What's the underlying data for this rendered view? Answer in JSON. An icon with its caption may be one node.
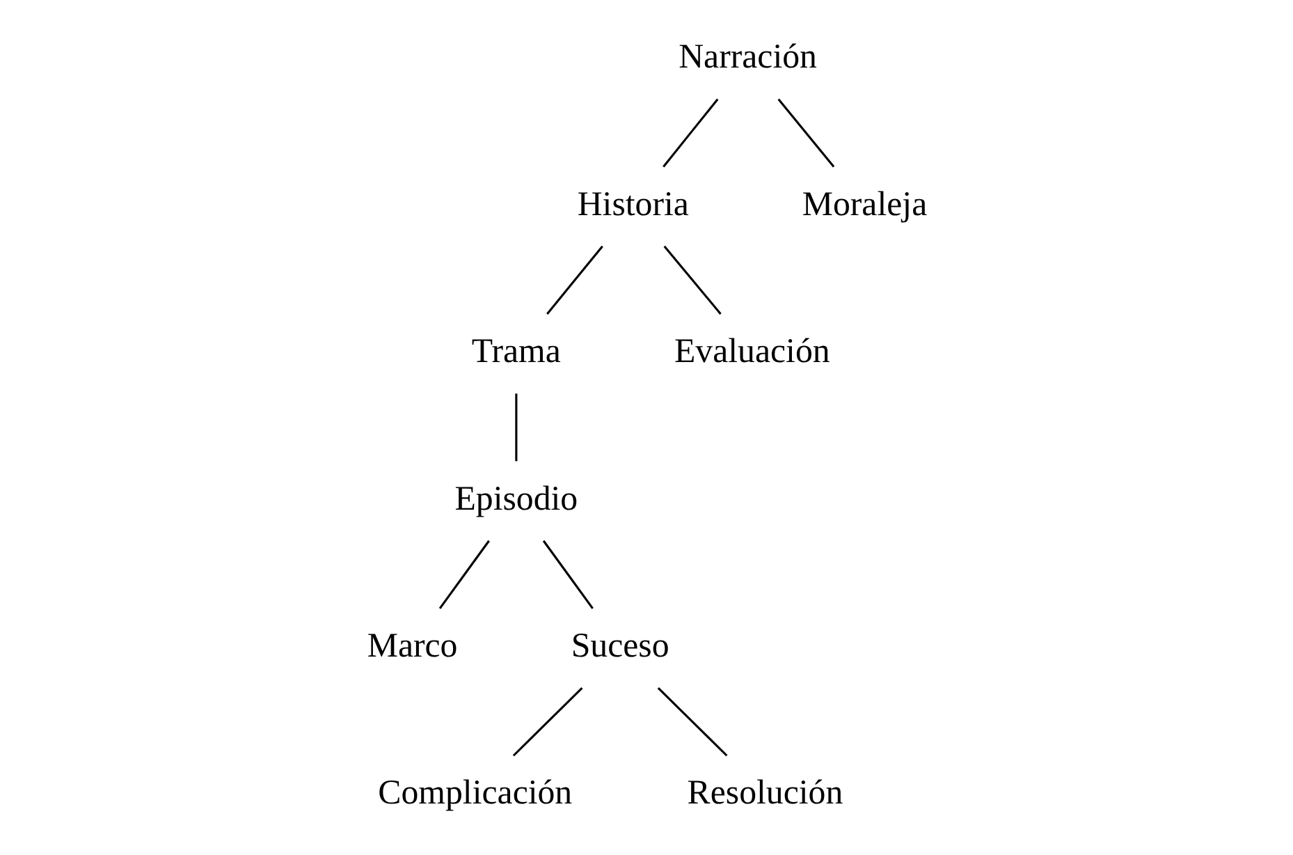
{
  "diagram": {
    "nodes": [
      {
        "text": [
          "Narración"
        ]
      },
      {
        "text": [
          "Historia"
        ]
      },
      {
        "text": [
          "Moraleja"
        ]
      },
      {
        "text": [
          "Trama"
        ]
      },
      {
        "text": [
          "Evaluación"
        ]
      },
      {
        "text": [
          "Episodio"
        ]
      },
      {
        "text": [
          "Marco"
        ]
      },
      {
        "text": [
          "Suceso"
        ]
      },
      {
        "text": [
          "Complicación"
        ]
      },
      {
        "text": [
          "Resolución"
        ]
      }
    ],
    "edges": [
      {
        "from": 0,
        "to": 1,
        "arrow": "none"
      },
      {
        "from": 0,
        "to": 2,
        "arrow": "none"
      },
      {
        "from": 1,
        "to": 3,
        "arrow": "none"
      },
      {
        "from": 1,
        "to": 4,
        "arrow": "none"
      },
      {
        "from": 3,
        "to": 5,
        "arrow": "none"
      },
      {
        "from": 5,
        "to": 6,
        "arrow": "none"
      },
      {
        "from": 5,
        "to": 7,
        "arrow": "none"
      },
      {
        "from": 7,
        "to": 8,
        "arrow": "none"
      },
      {
        "from": 7,
        "to": 9,
        "arrow": "none"
      }
    ]
  }
}
